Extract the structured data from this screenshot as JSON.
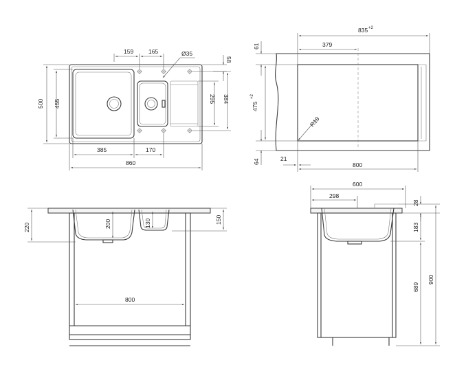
{
  "top_view": {
    "dims": {
      "d159": "159",
      "d165": "165",
      "d35": "Ø35",
      "d58": "58",
      "d500": "500",
      "d455": "455",
      "d295": "295",
      "d384": "384",
      "d385": "385",
      "d170": "170",
      "d860": "860"
    }
  },
  "cabinet_top_view": {
    "dims": {
      "d835": "835",
      "d835_tol": "+2",
      "d61": "61",
      "d379": "379",
      "d475": "475",
      "d475_tol": "+2",
      "r10": "R10",
      "d64": "64",
      "d21": "21",
      "d800": "800"
    }
  },
  "front_view": {
    "dims": {
      "d220": "220",
      "d200": "200",
      "d130": "130",
      "d150": "150",
      "d800": "800"
    }
  },
  "side_view": {
    "dims": {
      "d600": "600",
      "d298": "298",
      "d28": "28",
      "d183": "183",
      "d689": "689",
      "d900": "900"
    }
  }
}
